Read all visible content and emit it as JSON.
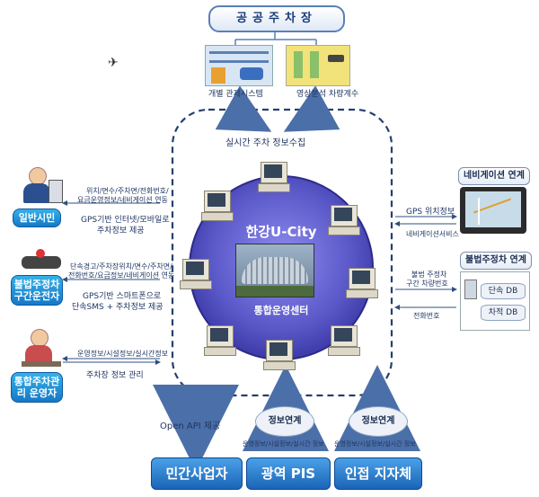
{
  "top": {
    "title": "공공주차장",
    "left_caption": "개별 관제시스템",
    "right_caption": "영상분석 차량계수",
    "collect_label": "실시간 주차 정보수집"
  },
  "center": {
    "title": "한강U-City",
    "subtitle": "통합운영센터"
  },
  "left": {
    "citizen": {
      "label": "일반시민",
      "line1": "위치/면수/주차면/전화번호/",
      "line2": "요금운영정보/네비게이션 연동",
      "line3": "GPS기반 인터넷/모바일로",
      "line4": "주차정보 제공"
    },
    "violator": {
      "label": "불법주정차\n구간운전자",
      "line1": "단속경고/주차장위치/면수/주차면/",
      "line2": "전화번호/요금정보/네비게이션 연동",
      "line3": "GPS기반 스마트폰으로",
      "line4": "단속SMS + 주차정보 제공"
    },
    "operator": {
      "label": "통합주차관\n리 운영자",
      "line1": "운영정보/시설정보/실시간정보",
      "line2": "주차장 정보 관리"
    }
  },
  "right": {
    "nav": {
      "title": "네비게이션 연계",
      "out_label": "GPS 위치정보",
      "in_label": "네비게이션서비스"
    },
    "illegal": {
      "title": "불법주정차 연계",
      "out1": "불법 주정차",
      "out2": "구간 차량번호",
      "in_label": "전화번호",
      "db1": "단속 DB",
      "db2": "차적 DB"
    }
  },
  "bottom": {
    "api_label": "Open API 제공",
    "cloud1": "정보연계",
    "cloud1_caption": "운영정보/시설정보/실시간 정보",
    "cloud2": "정보연계",
    "cloud2_caption": "운영정보/시설정보/실시간 정보",
    "btn1": "민간사업자",
    "btn2": "광역 PIS",
    "btn3": "인접 지자체"
  },
  "colors": {
    "hub": "#5a58c8",
    "ring": "#3d3aa8",
    "button": "#1b64b8",
    "arrow": "#5b8fd0"
  }
}
